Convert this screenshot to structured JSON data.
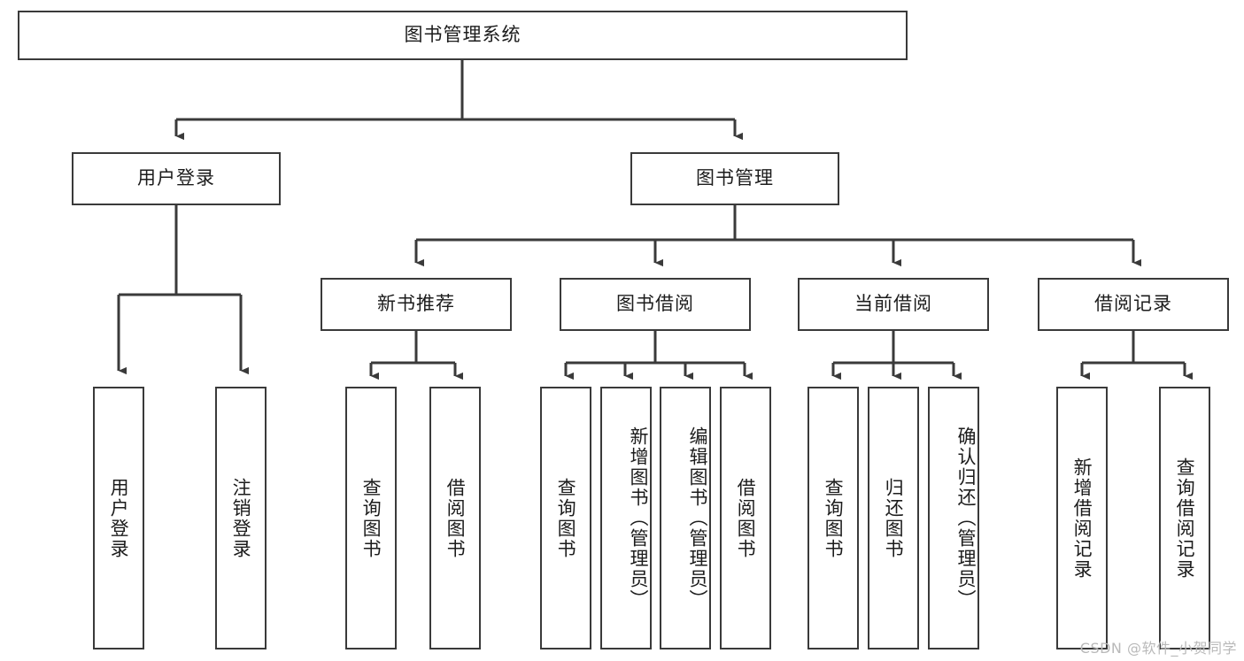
{
  "diagram": {
    "title": "图书管理系统",
    "type": "tree-hierarchy-chart",
    "root": {
      "label": "图书管理系统"
    },
    "level2": [
      {
        "label": "用户登录"
      },
      {
        "label": "图书管理"
      }
    ],
    "level3": [
      {
        "label": "新书推荐"
      },
      {
        "label": "图书借阅"
      },
      {
        "label": "当前借阅"
      },
      {
        "label": "借阅记录"
      }
    ],
    "leaves": {
      "user_login": [
        {
          "label": "用户登录"
        },
        {
          "label": "注销登录"
        }
      ],
      "new_book_recommend": [
        {
          "label": "查询图书"
        },
        {
          "label": "借阅图书"
        }
      ],
      "book_borrow": [
        {
          "label": "查询图书"
        },
        {
          "label": "新增图书（管理员）"
        },
        {
          "label": "编辑图书（管理员）"
        },
        {
          "label": "借阅图书"
        }
      ],
      "current_borrow": [
        {
          "label": "查询图书"
        },
        {
          "label": "归还图书"
        },
        {
          "label": "确认归还（管理员）"
        }
      ],
      "borrow_record": [
        {
          "label": "新增借阅记录"
        },
        {
          "label": "查询借阅记录"
        }
      ]
    }
  },
  "watermark": {
    "text": "CSDN @软件_小贺同学"
  },
  "colors": {
    "stroke": "#3a3a3a",
    "fill": "#ffffff",
    "text": "#1c1c1c",
    "watermark": "#b9b9b9"
  }
}
